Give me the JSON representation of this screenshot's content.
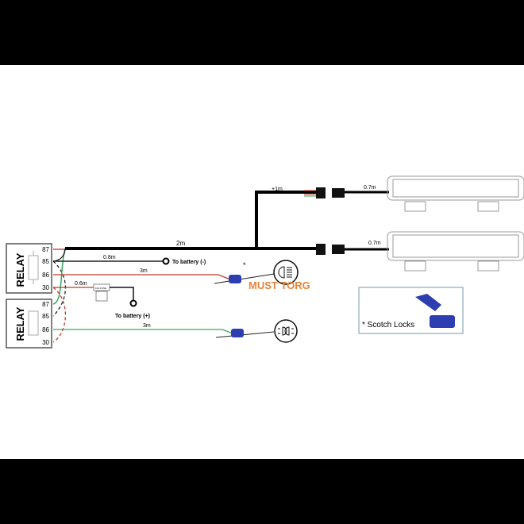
{
  "relays": [
    {
      "label": "RELAY",
      "pins": [
        "87",
        "85",
        "86",
        "30"
      ]
    },
    {
      "label": "RELAY",
      "pins": [
        "87",
        "85",
        "86",
        "30"
      ]
    }
  ],
  "wires": {
    "main": "2m",
    "branch": "+1m",
    "bar_top": "0.7m",
    "bar_bottom": "0.7m",
    "ground": "0.8m",
    "high_beam": "3m",
    "power": "0.6m",
    "low_beam": "3m"
  },
  "labels": {
    "battery_neg": "To battery (-)",
    "battery_pos": "To battery (+)",
    "asterisk": "*",
    "fuse": "15A FUSE"
  },
  "legend": {
    "text": "* Scotch Locks"
  },
  "watermark": "MUST TORG",
  "colors": {
    "red": "#c0392b",
    "green": "#3aa860",
    "blue": "#2d3fb0",
    "watermark": "#e8843a"
  }
}
